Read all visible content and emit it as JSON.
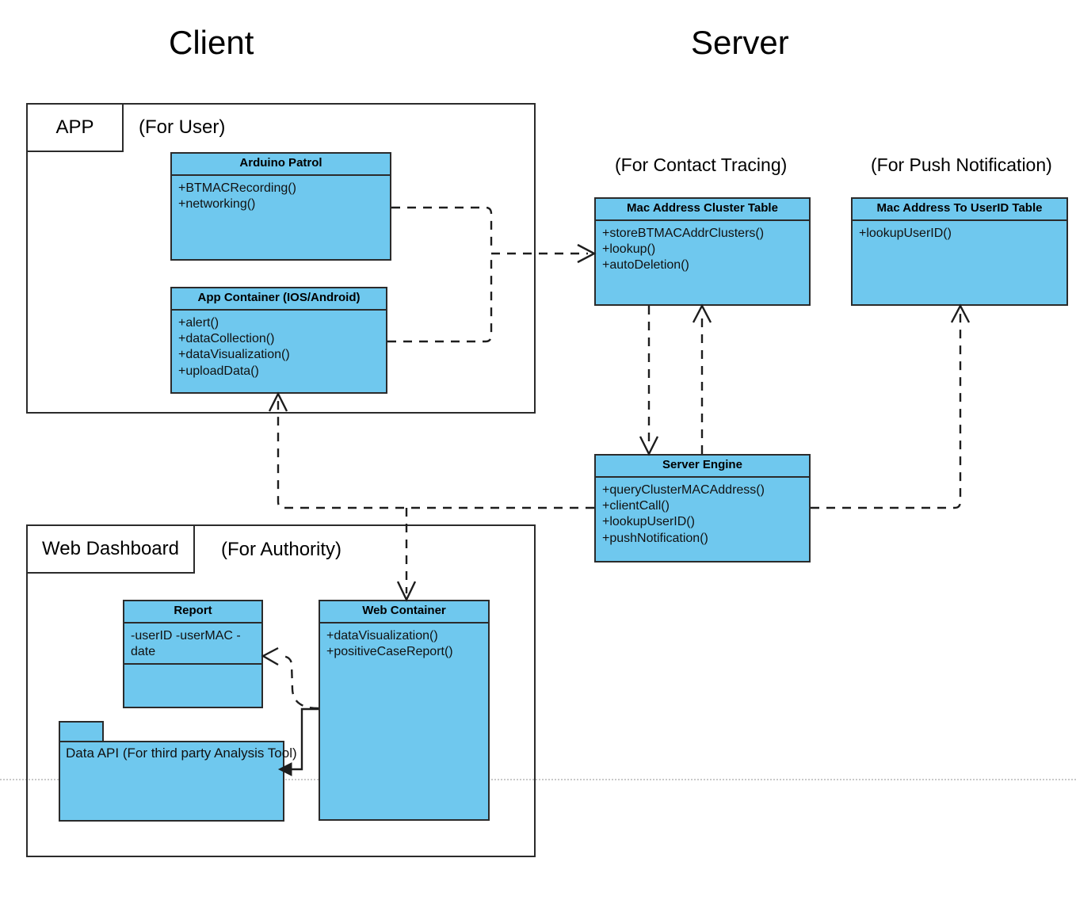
{
  "diagram": {
    "type": "uml-component-diagram",
    "sections": [
      {
        "id": "client",
        "title": "Client"
      },
      {
        "id": "server",
        "title": "Server"
      }
    ],
    "frames": [
      {
        "id": "app",
        "tab_label": "APP",
        "caption": "(For User)"
      },
      {
        "id": "web-dashboard",
        "tab_label": "Web Dashboard",
        "caption": "(For Authority)"
      }
    ],
    "group_captions": [
      {
        "id": "contact-tracing",
        "text": "(For Contact Tracing)"
      },
      {
        "id": "push-notification",
        "text": "(For Push Notification)"
      }
    ],
    "classes": [
      {
        "id": "arduino-patrol",
        "title": "Arduino Patrol",
        "methods": [
          "+BTMACRecording()",
          "+networking()"
        ]
      },
      {
        "id": "app-container",
        "title": "App Container (IOS/Android)",
        "methods": [
          "+alert()",
          "+dataCollection()",
          "+dataVisualization()",
          "+uploadData()"
        ]
      },
      {
        "id": "mac-address-cluster-table",
        "title": "Mac Address Cluster Table",
        "methods": [
          "+storeBTMACAddrClusters()",
          "+lookup()",
          "+autoDeletion()"
        ]
      },
      {
        "id": "mac-address-to-userid-table",
        "title": "Mac Address To UserID Table",
        "methods": [
          "+lookupUserID()"
        ]
      },
      {
        "id": "server-engine",
        "title": "Server Engine",
        "methods": [
          "+queryClusterMACAddress()",
          "+clientCall()",
          "+lookupUserID()",
          "+pushNotification()"
        ]
      },
      {
        "id": "report",
        "title": "Report",
        "attributes": [
          "-userID",
          "-userMAC",
          "-date"
        ],
        "methods": []
      },
      {
        "id": "web-container",
        "title": "Web Container",
        "methods": [
          "+dataVisualization()",
          "+positiveCaseReport()"
        ]
      }
    ],
    "packages": [
      {
        "id": "data-api",
        "label": "Data API (For third party Analysis Tool)"
      }
    ],
    "colors": {
      "class_fill": "#6fc8ee",
      "stroke": "#2b2b2b",
      "connector": "#1d1d1d",
      "background": "#ffffff",
      "guide": "#c9c9c9"
    }
  }
}
